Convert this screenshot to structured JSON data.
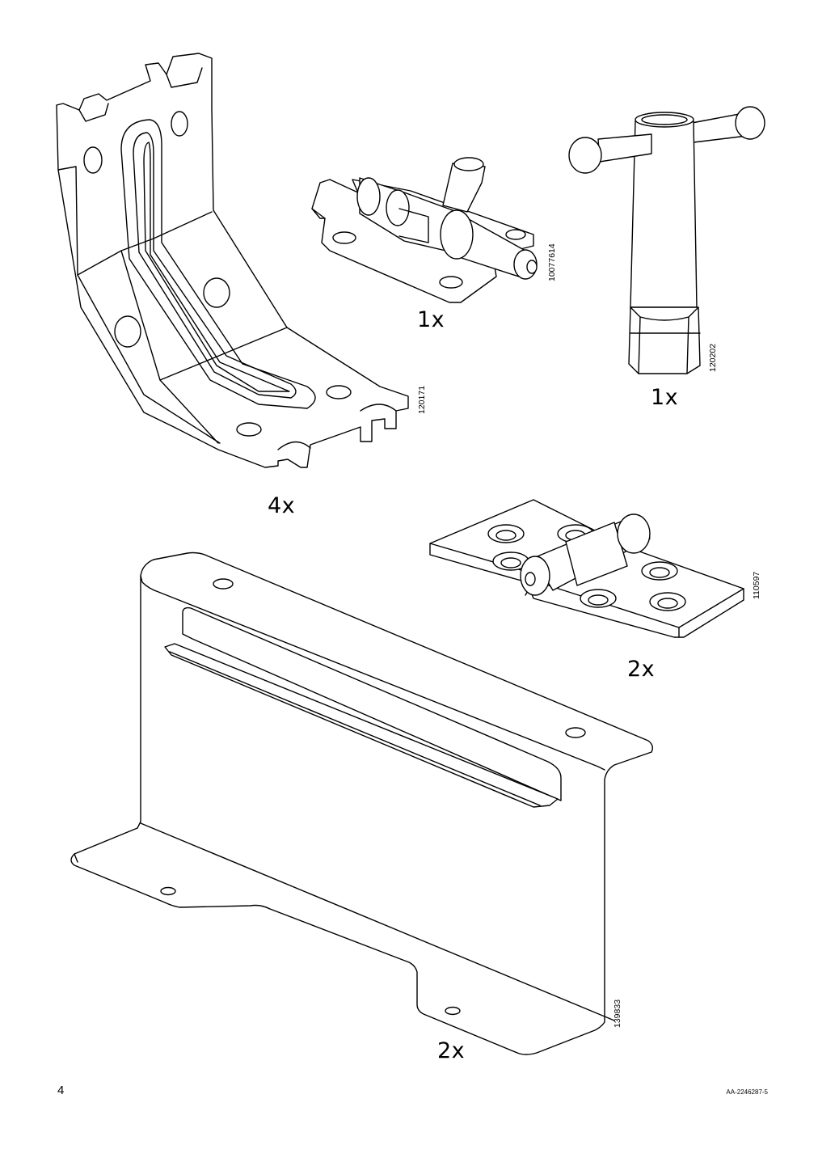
{
  "page": {
    "number": "4",
    "doc_id": "AA-2246287-5"
  },
  "parts": [
    {
      "id": "angle-bracket",
      "code": "120171",
      "quantity": "4x"
    },
    {
      "id": "barrel-bolt",
      "code": "10077614",
      "quantity": "1x"
    },
    {
      "id": "socket-key",
      "code": "120202",
      "quantity": "1x"
    },
    {
      "id": "hinge",
      "code": "110597",
      "quantity": "2x"
    },
    {
      "id": "mounting-bracket",
      "code": "139833",
      "quantity": "2x"
    }
  ]
}
